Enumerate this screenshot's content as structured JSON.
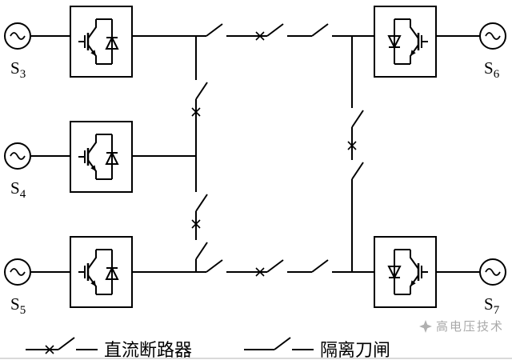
{
  "sources": [
    {
      "name": "S",
      "sub": "3"
    },
    {
      "name": "S",
      "sub": "4"
    },
    {
      "name": "S",
      "sub": "5"
    },
    {
      "name": "S",
      "sub": "6"
    },
    {
      "name": "S",
      "sub": "7"
    }
  ],
  "legend": {
    "breaker_label": "直流断路器",
    "isolator_label": "隔离刀闸"
  },
  "watermark": {
    "text": "高电压技术"
  },
  "colors": {
    "line": "#000000",
    "watermark": "#a8a8a8",
    "divider": "#d9d9d9",
    "background": "#ffffff"
  }
}
